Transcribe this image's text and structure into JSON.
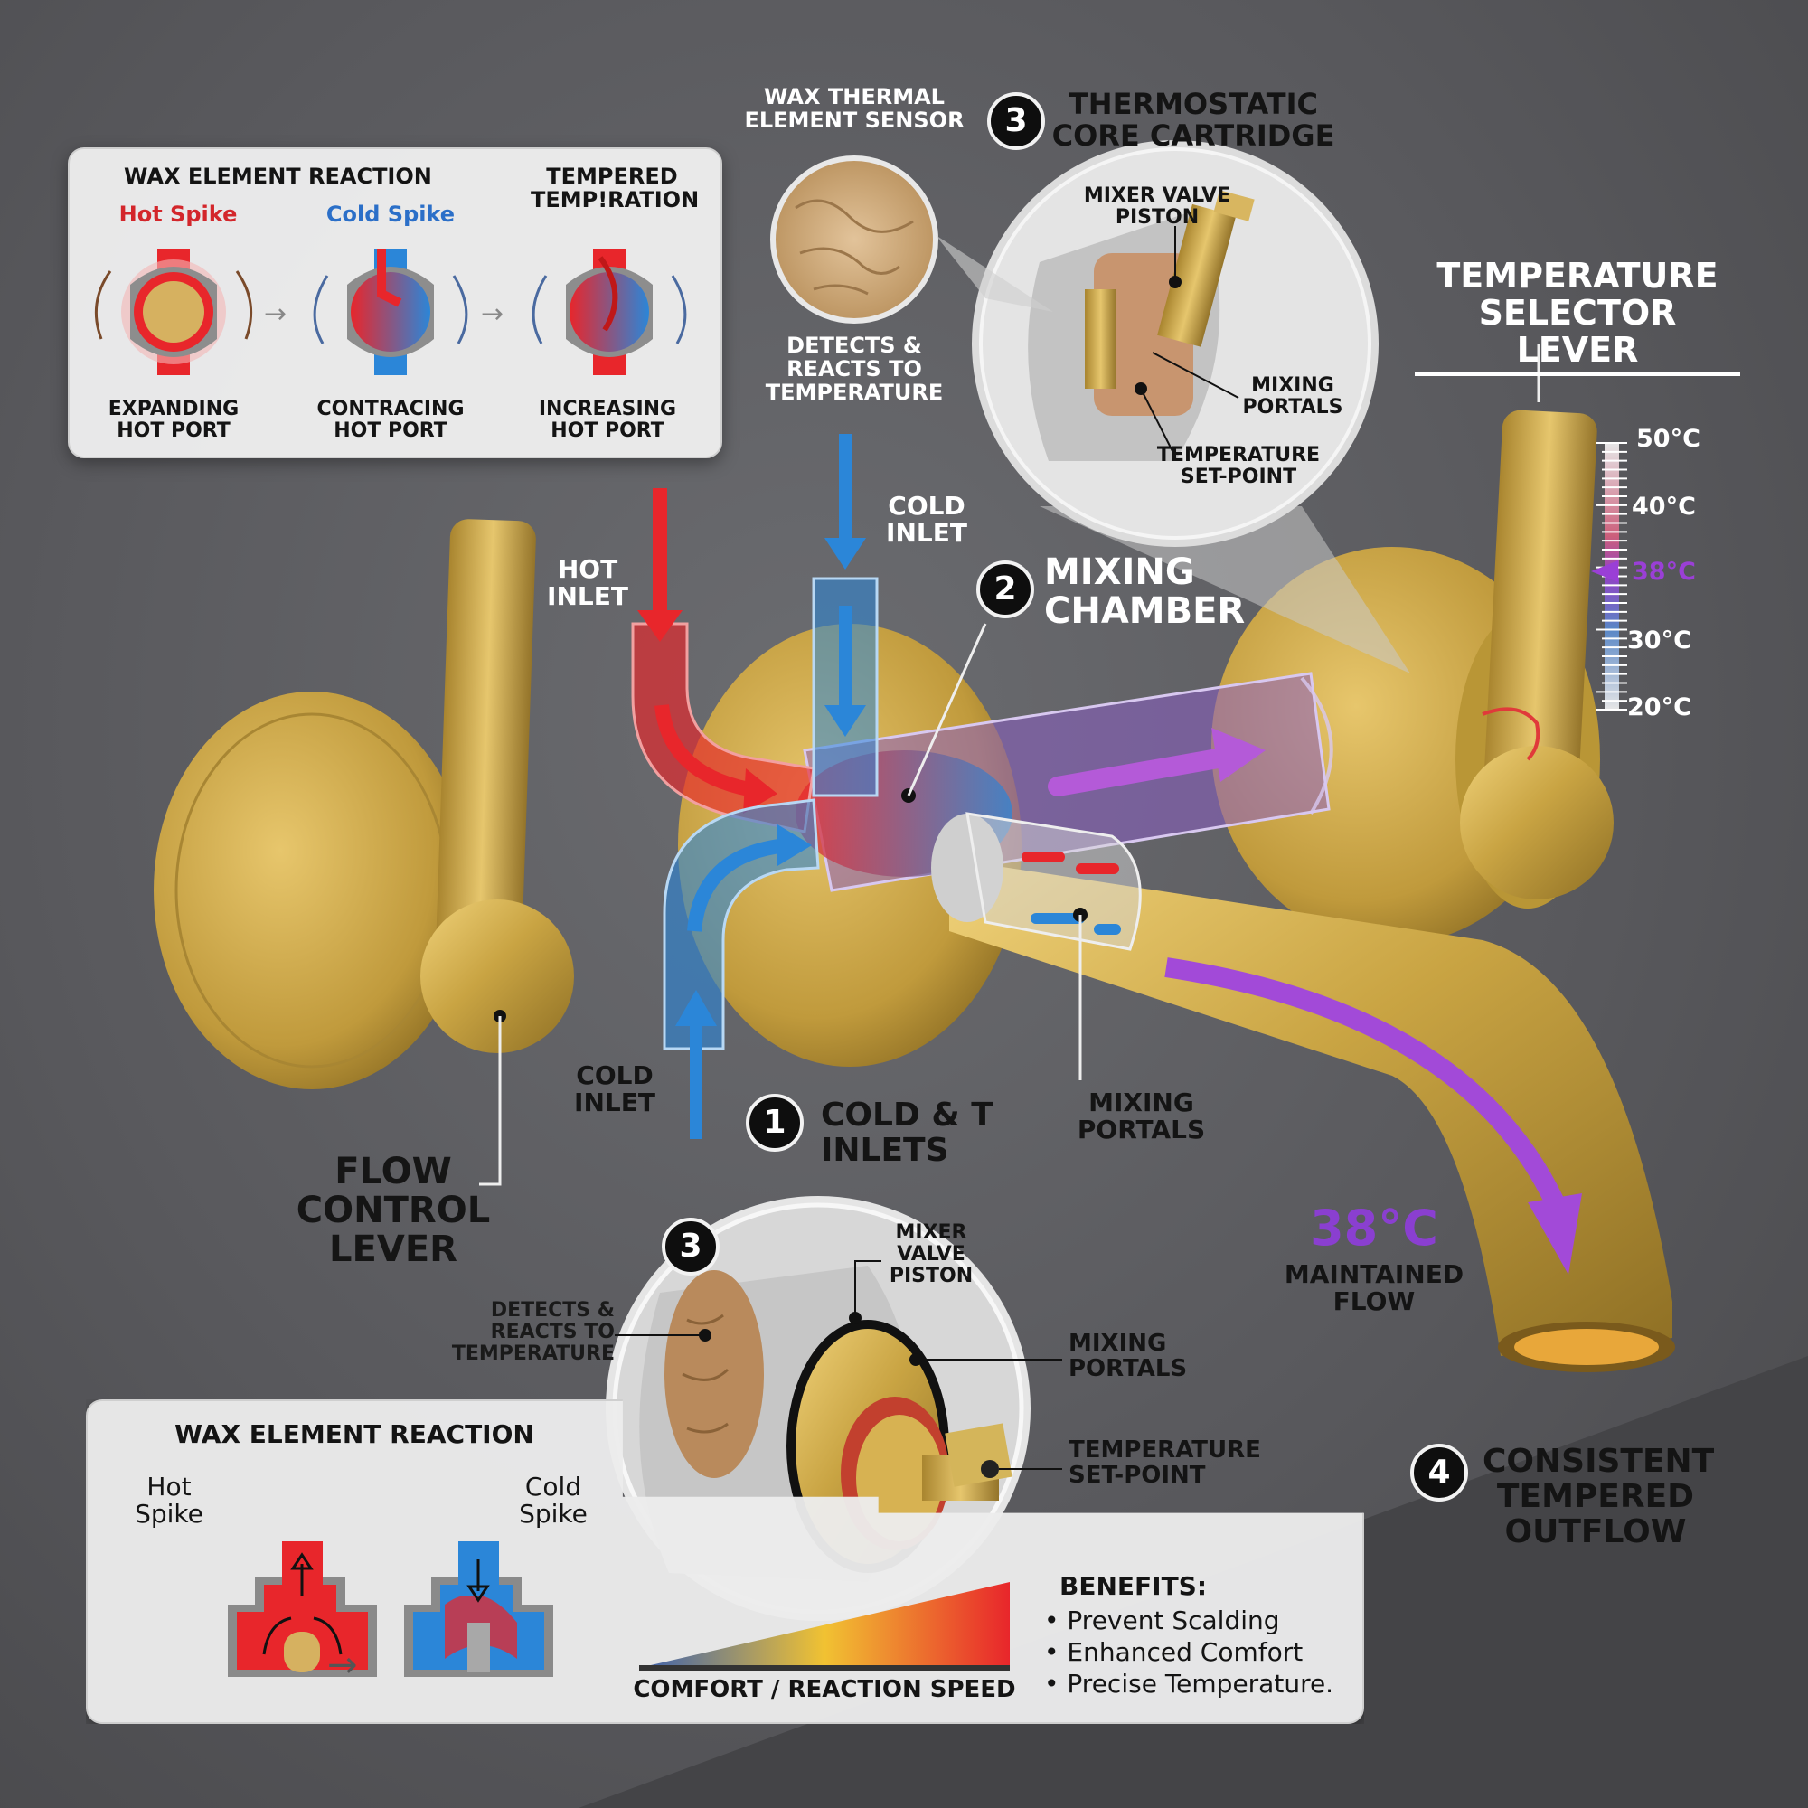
{
  "top_panel": {
    "title": "WAX ELEMENT REACTION",
    "hot_spike": "Hot Spike",
    "cold_spike": "Cold Spike",
    "tempered_title": "TEMPERED TEMP!RATION",
    "step1": "EXPANDING HOT PORT",
    "step2": "CONTRACING HOT PORT",
    "step3": "INCREASING HOT PORT"
  },
  "sensor": {
    "title": "WAX THERMAL ELEMENT SENSOR",
    "caption": "DETECTS & REACTS TO TEMPERATURE"
  },
  "core_cartridge": {
    "badge": "3",
    "title": "THERMOSTATIC CORE CARTRIDGE",
    "piston": "MIXER VALVE PISTON",
    "portals": "MIXING PORTALS",
    "setpoint": "TEMPERATURE SET-POINT"
  },
  "selector": {
    "title": "TEMPERATURE SELECTOR LEVER",
    "scale": [
      "50°C",
      "40°C",
      "38°C",
      "30°C",
      "20°C"
    ],
    "selected_value": "38°C"
  },
  "inlets": {
    "hot": "HOT INLET",
    "cold_top": "COLD INLET",
    "cold_bottom": "COLD INLET"
  },
  "mixing_chamber": {
    "badge": "2",
    "label": "MIXING CHAMBER"
  },
  "cold_t_inlets": {
    "badge": "1",
    "label": "COLD & T INLETS"
  },
  "mixing_portals_label": "MIXING PORTALS",
  "flow_control": "FLOW CONTROL LEVER",
  "maintained": {
    "temp": "38°C",
    "label": "MAINTAINED FLOW"
  },
  "outflow": {
    "badge": "4",
    "label": "CONSISTENT TEMPERED OUTFLOW"
  },
  "detail": {
    "badge": "3",
    "sensor_caption": "DETECTS & REACTS TO TEMPERATURE",
    "piston": "MIXER VALVE PISTON",
    "portals": "MIXING PORTALS",
    "setpoint": "TEMPERATURE SET-POINT"
  },
  "bottom_panel": {
    "title": "WAX ELEMENT REACTION",
    "hot_spike": "Hot Spike",
    "cold_spike": "Cold Spike",
    "gradient_label": "COMFORT / REACTION SPEED",
    "benefits_title": "BENEFITS:",
    "benefits": [
      "• Prevent Scalding",
      "• Enhanced Comfort",
      "• Precise Temperature."
    ]
  },
  "colors": {
    "hot": "#e8262b",
    "cold": "#2b86d8",
    "mixed": "#9a3fd6",
    "brass": "#c9a443"
  }
}
